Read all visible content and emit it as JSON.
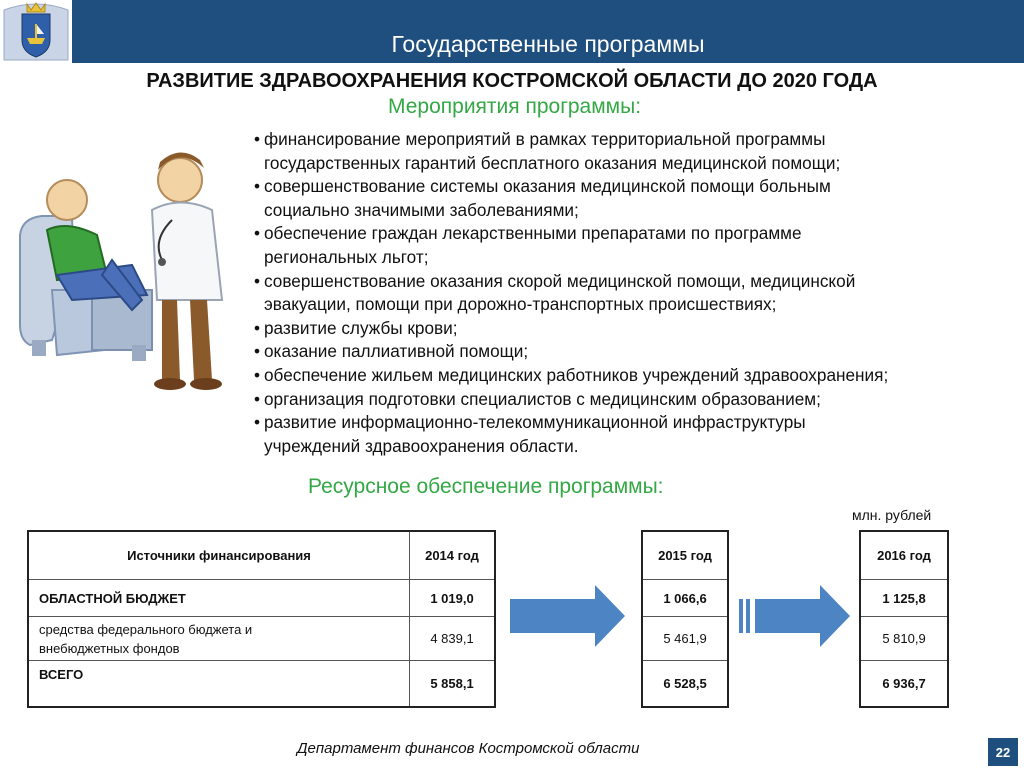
{
  "header": {
    "title": "Государственные программы"
  },
  "title": "РАЗВИТИЕ ЗДРАВООХРАНЕНИЯ КОСТРОМСКОЙ ОБЛАСТИ ДО 2020 ГОДА",
  "subtitle": "Мероприятия программы:",
  "bullets": [
    {
      "line1": "финансирование мероприятий в рамках территориальной программы",
      "line2": "государственных гарантий бесплатного оказания медицинской помощи;"
    },
    {
      "line1": "совершенствование системы оказания медицинской помощи больным",
      "line2": "социально значимыми заболеваниями;"
    },
    {
      "line1": "обеспечение граждан лекарственными препаратами по программе",
      "line2": "региональных льгот;"
    },
    {
      "line1": "совершенствование оказания скорой медицинской помощи, медицинской",
      "line2": "эвакуации, помощи при дорожно-транспортных происшествиях;"
    },
    {
      "line1": "развитие службы крови;",
      "line2": ""
    },
    {
      "line1": "оказание паллиативной помощи;",
      "line2": ""
    },
    {
      "line1": "обеспечение жильем медицинских работников учреждений здравоохранения;",
      "line2": ""
    },
    {
      "line1": "организация подготовки специалистов с медицинским образованием;",
      "line2": ""
    },
    {
      "line1": "развитие информационно-телекоммуникационной инфраструктуры",
      "line2": "учреждений здравоохранения области."
    }
  ],
  "resource_title": "Ресурсное обеспечение программы:",
  "units": "млн. рублей",
  "table": {
    "source_header": "Источники финансирования",
    "rows": [
      {
        "label1": "ОБЛАСТНОЙ БЮДЖЕТ",
        "label2": ""
      },
      {
        "label1": "средства федерального бюджета и",
        "label2": "внебюджетных фондов"
      },
      {
        "label1": "ВСЕГО",
        "label2": ""
      }
    ],
    "years": [
      {
        "year": "2014 год",
        "values": [
          "1 019,0",
          "4 839,1",
          "5 858,1"
        ]
      },
      {
        "year": "2015 год",
        "values": [
          "1 066,6",
          "5 461,9",
          "6 528,5"
        ]
      },
      {
        "year": "2016 год",
        "values": [
          "1 125,8",
          "5 810,9",
          "6 936,7"
        ]
      }
    ]
  },
  "footer": "Департамент финансов  Костромской области",
  "page_number": "22",
  "colors": {
    "header": "#1f4f7f",
    "accent_green": "#33a845",
    "arrow": "#4d84c4"
  }
}
